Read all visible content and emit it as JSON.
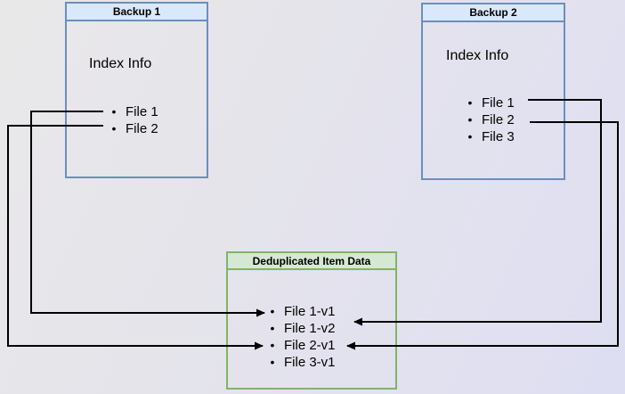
{
  "boxes": {
    "backup1": {
      "title": "Backup 1",
      "label": "Index Info",
      "items": [
        "File 1",
        "File 2"
      ]
    },
    "backup2": {
      "title": "Backup 2",
      "label": "Index Info",
      "items": [
        "File 1",
        "File 2",
        "File 3"
      ]
    },
    "dedup": {
      "title": "Deduplicated Item Data",
      "items": [
        "File 1-v1",
        "File 1-v2",
        "File 2-v1",
        "File 3-v1"
      ]
    }
  },
  "connections": [
    {
      "from": "Backup 1 / File 1",
      "to": "File 1-v1"
    },
    {
      "from": "Backup 1 / File 2",
      "to": "File 2-v1"
    },
    {
      "from": "Backup 2 / File 1",
      "to": "File 1-v2"
    },
    {
      "from": "Backup 2 / File 2",
      "to": "File 2-v1"
    }
  ],
  "colors": {
    "blue_fill": "#dae8fc",
    "blue_border": "#6c8ebf",
    "green_fill": "#d5e8d4",
    "green_border": "#82b366",
    "arrow_color": "#000000"
  }
}
